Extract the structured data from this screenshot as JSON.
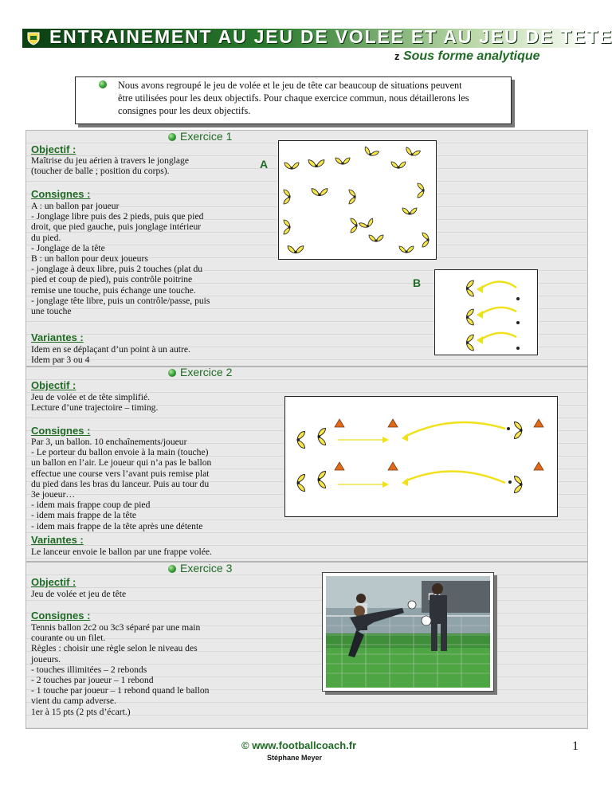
{
  "header": {
    "title": "ENTRAINEMENT AU JEU DE VOLEE ET AU JEU DE TETE.",
    "subtitle_marker": "z",
    "subtitle": "Sous forme analytique"
  },
  "intro": {
    "lines": [
      "Nous avons regroupé le jeu de volée et le jeu de tête car beaucoup de situations peuvent",
      "être utilisées pour les deux objectifs. Pour chaque exercice commun, nous détaillerons les",
      "consignes pour les deux objectifs."
    ]
  },
  "exercise1": {
    "label": "Exercice 1",
    "objectif_heading": "Objectif :",
    "objectif_lines": [
      "Maîtrise du jeu aérien à travers le jonglage",
      "(toucher de balle ; position du corps)."
    ],
    "consignes_heading": "Consignes :",
    "consignes_lines": [
      "A : un ballon par joueur",
      "- Jonglage libre puis des 2 pieds, puis que pied",
      "droit, que pied gauche, puis jonglage intérieur",
      "du pied.",
      "- Jonglage de la tête",
      "B : un ballon pour deux joueurs",
      "- jonglage à deux libre, puis 2 touches (plat du",
      "pied et coup de pied), puis contrôle poitrine",
      "remise une touche, puis échange une touche.",
      "- jonglage tête libre, puis un contrôle/passe, puis",
      "une touche"
    ],
    "variantes_heading": "Variantes :",
    "variantes_lines": [
      "Idem en se déplaçant d’un point à un autre.",
      "Idem par 3 ou 4"
    ],
    "diagram_a_label": "A",
    "diagram_b_label": "B"
  },
  "exercise2": {
    "label": "Exercice 2",
    "objectif_heading": "Objectif :",
    "objectif_lines": [
      "Jeu de volée et de tête simplifié.",
      "Lecture d’une trajectoire – timing."
    ],
    "consignes_heading": "Consignes :",
    "consignes_lines": [
      "Par 3, un ballon.        10 enchaînements/joueur",
      "- Le porteur du ballon envoie à la main (touche)",
      "un ballon en l’air. Le joueur qui n’a pas le ballon",
      "effectue une course vers l’avant puis remise plat",
      "du pied dans les bras du lanceur. Puis au tour du",
      "3e joueur…",
      "- idem mais frappe coup de pied",
      "- idem mais frappe de la tête",
      "- idem mais frappe de la tête après une détente"
    ],
    "variantes_heading": "Variantes :",
    "variantes_lines": [
      "Le lanceur envoie le ballon par une frappe volée."
    ]
  },
  "exercise3": {
    "label": "Exercice 3",
    "objectif_heading": "Objectif :",
    "objectif_lines": [
      "Jeu de volée et jeu de tête"
    ],
    "consignes_heading": "Consignes :",
    "consignes_lines": [
      "Tennis ballon  2c2 ou 3c3 séparé par une main",
      "courante ou un filet.",
      "Règles : choisir une règle selon le niveau des",
      "joueurs.",
      "- touches illimitées – 2 rebonds",
      "- 2 touches par joueur – 1 rebond",
      "- 1 touche par joueur – 1 rebond quand le ballon",
      "vient du camp adverse.",
      "1er à 15 pts (2 pts d’écart.)"
    ],
    "photo_sign": "FC"
  },
  "footer": {
    "site": "© www.footballcoach.fr",
    "author": "Stéphane Meyer",
    "page": "1"
  },
  "colors": {
    "green": "#1f6b24",
    "yellow": "#f7e64a",
    "cone": "#e06a1a",
    "arrow": "#f0e11c"
  }
}
